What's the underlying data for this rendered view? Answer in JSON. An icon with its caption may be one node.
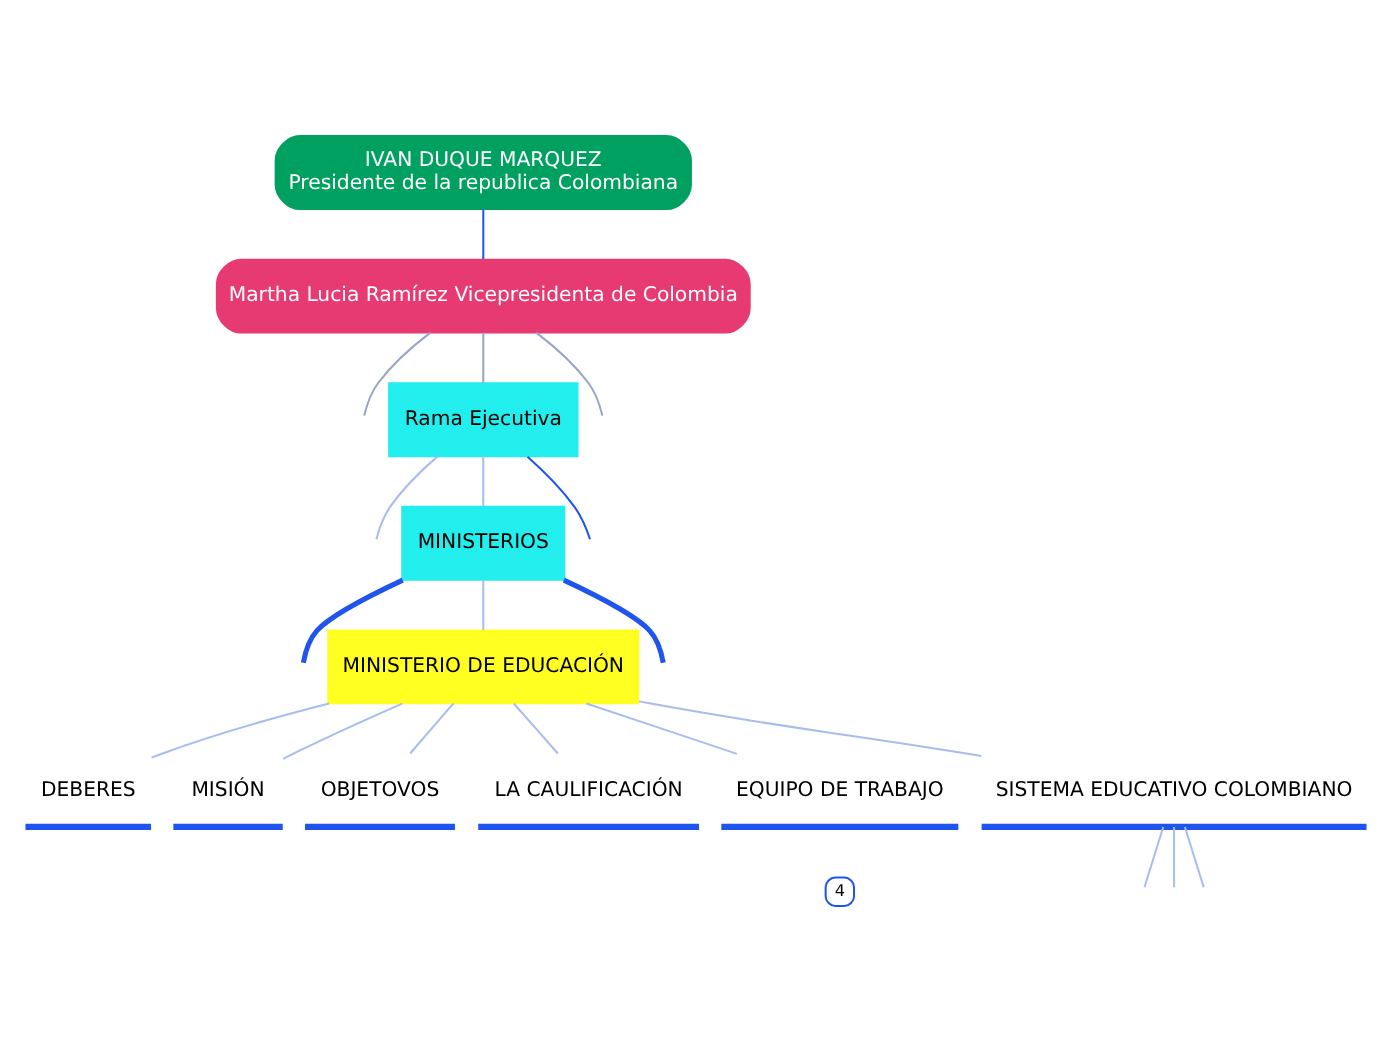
{
  "diagram": {
    "nodes": [
      {
        "text": [
          "IVAN DUQUE MARQUEZ",
          "Presidente de la republica Colombiana"
        ]
      },
      {
        "text": [
          "Martha Lucia Ramírez Vicepresidenta de Colombia"
        ]
      },
      {
        "text": [
          "Rama Ejecutiva"
        ]
      },
      {
        "text": [
          "MINISTERIOS"
        ]
      },
      {
        "text": [
          "MINISTERIO DE EDUCACIÓN"
        ]
      },
      {
        "text": [
          "DEBERES"
        ]
      },
      {
        "text": [
          "MISIÓN"
        ]
      },
      {
        "text": [
          "OBJETOVOS"
        ]
      },
      {
        "text": [
          "LA CAULIFICACIÓN"
        ]
      },
      {
        "text": [
          "EQUIPO DE TRABAJO"
        ],
        "beside": [
          "4"
        ]
      },
      {
        "text": [
          "SISTEMA EDUCATIVO COLOMBIANO"
        ]
      }
    ],
    "edges": [
      {
        "from": 0,
        "to": 1,
        "arrow": "none",
        "color": "#1f55ee"
      },
      {
        "from": 1,
        "to": null,
        "arrow": "none",
        "color": "#9aa4c8"
      },
      {
        "from": 1,
        "to": 2,
        "arrow": "none",
        "color": "#9aa4c8"
      },
      {
        "from": 1,
        "to": null,
        "arrow": "none",
        "color": "#9aa4c8"
      },
      {
        "from": 2,
        "to": null,
        "arrow": "none",
        "color": "#a8bcf0"
      },
      {
        "from": 2,
        "to": 3,
        "arrow": "none",
        "color": "#a8bcf0"
      },
      {
        "from": 2,
        "to": null,
        "arrow": "none",
        "color": "#1f55ee"
      },
      {
        "from": 3,
        "to": null,
        "arrow": "none",
        "style": "thick",
        "color": "#1f55ee"
      },
      {
        "from": 3,
        "to": 4,
        "arrow": "none",
        "color": "#a8bcf0"
      },
      {
        "from": 3,
        "to": null,
        "arrow": "none",
        "style": "thick",
        "color": "#1f55ee"
      },
      {
        "from": 4,
        "to": 5,
        "arrow": "none",
        "color": "#a8bcf0"
      },
      {
        "from": 4,
        "to": 6,
        "arrow": "none",
        "color": "#a8bcf0"
      },
      {
        "from": 4,
        "to": 7,
        "arrow": "none",
        "color": "#a8bcf0"
      },
      {
        "from": 4,
        "to": 8,
        "arrow": "none",
        "color": "#a8bcf0"
      },
      {
        "from": 4,
        "to": 9,
        "arrow": "none",
        "color": "#a8bcf0"
      },
      {
        "from": 4,
        "to": 10,
        "arrow": "none",
        "color": "#a8bcf0"
      },
      {
        "from": 10,
        "to": null,
        "arrow": "none",
        "color": "#a8bcf0"
      },
      {
        "from": 10,
        "to": null,
        "arrow": "none",
        "color": "#a8bcf0"
      },
      {
        "from": 10,
        "to": null,
        "arrow": "none",
        "color": "#a8bcf0"
      }
    ]
  }
}
